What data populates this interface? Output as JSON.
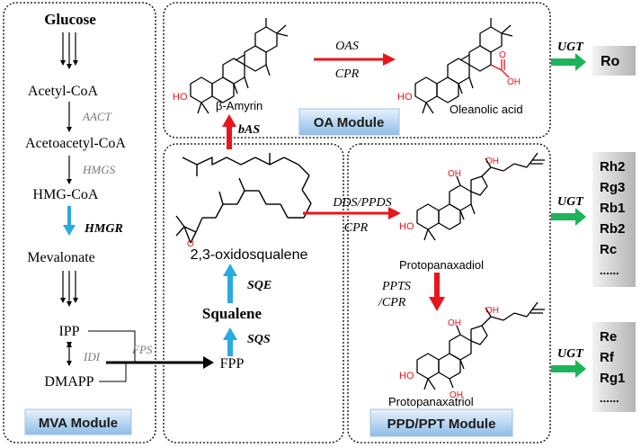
{
  "mva": {
    "title": "MVA Module",
    "glucose": "Glucose",
    "acetyl_coa": "Acetyl-CoA",
    "aact": "AACT",
    "acetoacetyl_coa": "Acetoacetyl-CoA",
    "hmgs": "HMGS",
    "hmg_coa": "HMG-CoA",
    "hmgr": "HMGR",
    "mevalonate": "Mevalonate",
    "ipp": "IPP",
    "idi": "IDI",
    "dmapp": "DMAPP",
    "fps": "FPS",
    "fpp": "FPP"
  },
  "center": {
    "sqs": "SQS",
    "squalene": "Squalene",
    "sqe": "SQE",
    "oxidosqualene": "2,3-oxidosqualene",
    "bas": "bAS"
  },
  "oa": {
    "title": "OA Module",
    "amyrin": "β-Amyrin",
    "oas": "OAS",
    "cpr": "CPR",
    "oleanolic": "Oleanolic acid",
    "ho": "HO",
    "cooh_o": "O",
    "cooh_oh": "OH"
  },
  "ppd": {
    "title": "PPD/PPT Module",
    "dds": "DDS/PPDS",
    "cpr": "CPR",
    "ppd_name": "Protopanaxadiol",
    "ppts": "PPTS",
    "cpr2": "/CPR",
    "ppt_name": "Protopanaxatriol",
    "ho": "HO",
    "oh": "OH"
  },
  "ugt": {
    "label": "UGT"
  },
  "products": {
    "ro": [
      "Ro"
    ],
    "ppd": [
      "Rh2",
      "Rg3",
      "Rb1",
      "Rb2",
      "Rc",
      "......"
    ],
    "ppt": [
      "Re",
      "Rf",
      "Rg1",
      "......"
    ]
  },
  "colors": {
    "red": "#e8151b",
    "blue": "#29aae2",
    "green": "#1db35a",
    "black": "#000000",
    "heteroatom": "#e8151b",
    "module_label_bg": "#b8d4ee",
    "product_box_bg": "#d0d0d0"
  }
}
